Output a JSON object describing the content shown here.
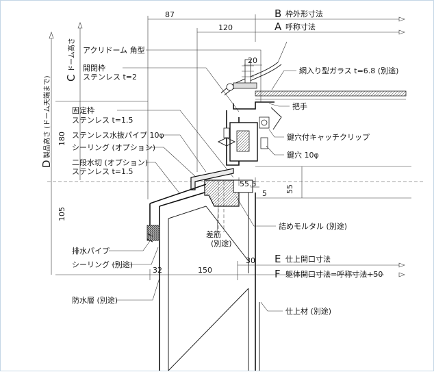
{
  "labels": {
    "acryl_dome": "アクリドーム 角型",
    "open_frame": "開閉枠",
    "open_frame_mat": "ステンレス t=2",
    "wired_glass": "網入り型ガラス t=6.8 (別途)",
    "handle": "把手",
    "fixed_frame": "固定枠",
    "fixed_frame_mat": "ステンレス t=1.5",
    "drain_pipe": "ステンレス水抜パイプ 10φ",
    "sealing_opt": "シーリング (オプション)",
    "double_flash": "二段水切 (オプション)",
    "double_flash_mat": "ステンレス t=1.5",
    "catch_clip": "鍵穴付キャッチクリップ",
    "keyhole": "鍵穴 10φ",
    "mortar": "詰めモルタル (別途)",
    "rebar": "差筋",
    "rebar_sep": "(別途)",
    "drain": "排水パイプ",
    "sealing_sep": "シーリング (別途)",
    "waterproof": "防水層 (別途)",
    "finish_mat": "仕上材 (別途)"
  },
  "dims": {
    "d87": "87",
    "d120": "120",
    "d20": "20",
    "d180": "180",
    "d105": "105",
    "d55_5": "55.5",
    "d55": "55",
    "d5": "5",
    "d30": "30",
    "d32": "32",
    "d150": "150"
  },
  "callouts": {
    "B": {
      "letter": "B",
      "text": "枠外形寸法"
    },
    "A": {
      "letter": "A",
      "text": "呼称寸法"
    },
    "E": {
      "letter": "E",
      "text": "仕上開口寸法"
    },
    "F": {
      "letter": "F",
      "text": "躯体開口寸法=呼称寸法+50"
    },
    "C": {
      "letter": "C",
      "text": "ドーム高さ"
    },
    "D": {
      "letter": "D",
      "text": "製品高さ (ドーム天端まで)"
    }
  }
}
